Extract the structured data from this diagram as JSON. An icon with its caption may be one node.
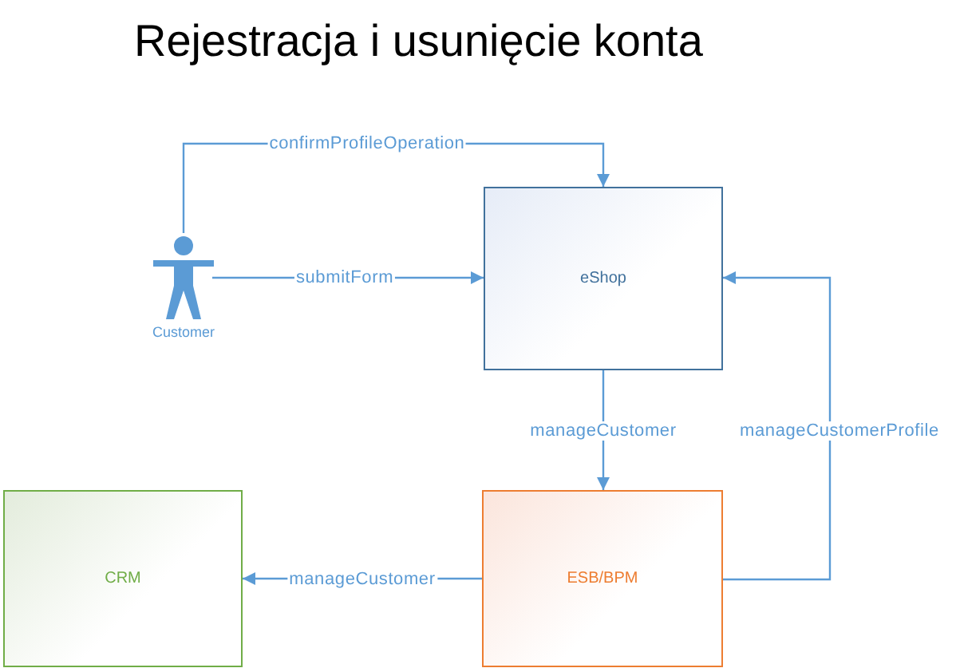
{
  "diagram": {
    "title": "Rejestracja i usunięcie konta",
    "nodes": [
      {
        "text": [
          "Customer"
        ]
      },
      {
        "text": [
          "eShop"
        ]
      },
      {
        "text": [
          "ESB/BPM"
        ]
      },
      {
        "text": [
          "CRM"
        ]
      }
    ],
    "edges": [
      {
        "from": 0,
        "to": 1,
        "arrow": "to",
        "label": "confirmProfileOperation"
      },
      {
        "from": 0,
        "to": 1,
        "arrow": "to",
        "label": "submitForm"
      },
      {
        "from": 1,
        "to": 2,
        "arrow": "to",
        "label": "manageCustomer"
      },
      {
        "from": 2,
        "to": 1,
        "arrow": "to",
        "label": "manageCustomerProfile"
      },
      {
        "from": 2,
        "to": 3,
        "arrow": "to",
        "label": "manageCustomer"
      }
    ]
  }
}
